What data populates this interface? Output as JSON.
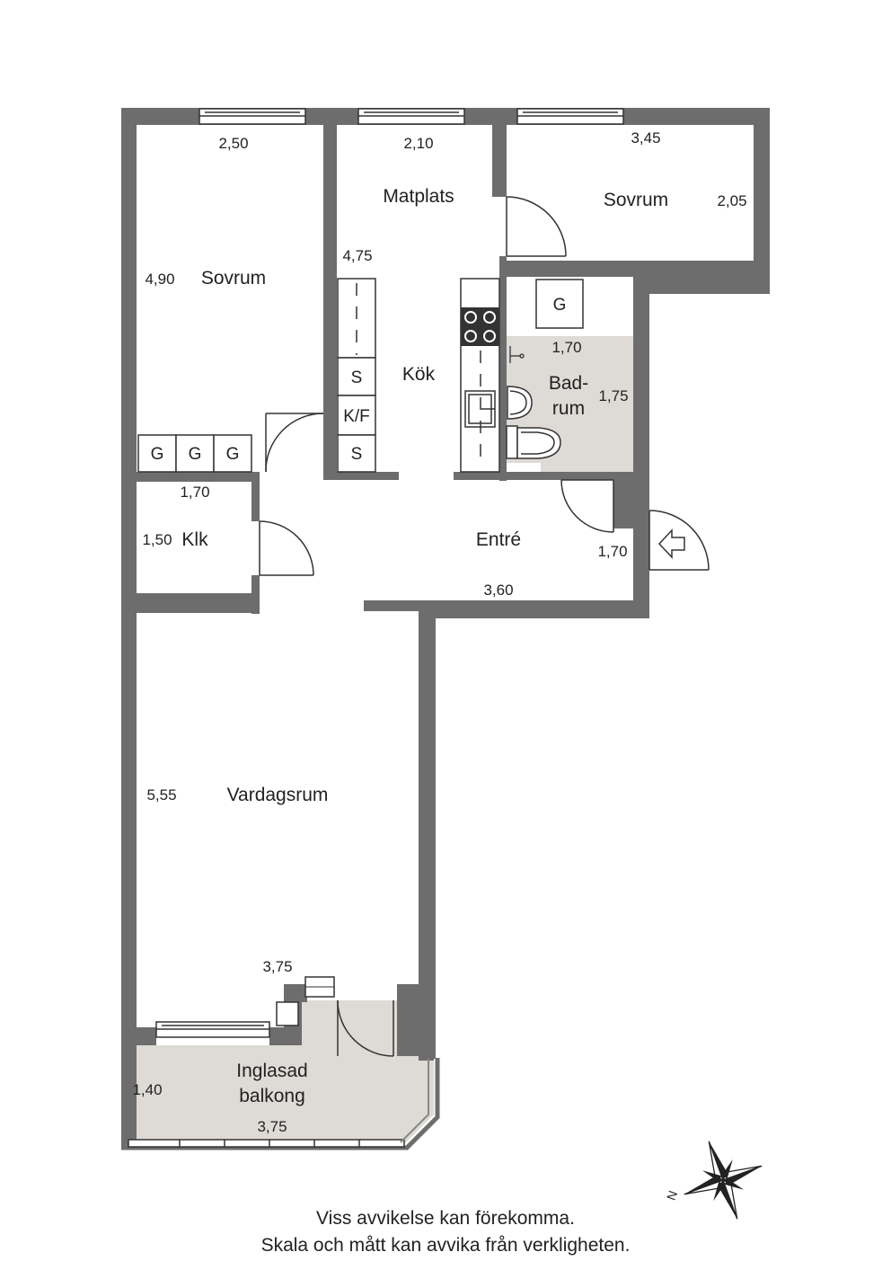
{
  "rooms": {
    "bedroom_left": "Sovrum",
    "dining": "Matplats",
    "bedroom_right": "Sovrum",
    "kitchen": "Kök",
    "bathroom_line1": "Bad-",
    "bathroom_line2": "rum",
    "closet": "Klk",
    "entrance": "Entré",
    "living": "Vardagsrum",
    "balcony_line1": "Inglasad",
    "balcony_line2": "balkong"
  },
  "dimensions": {
    "bedroom_left_width": "2,50",
    "bedroom_left_length": "4,90",
    "dining_width": "2,10",
    "kitchen_length": "4,75",
    "bedroom_right_width": "3,45",
    "bedroom_right_length": "2,05",
    "bathroom_width": "1,70",
    "bathroom_length": "1,75",
    "closet_width": "1,70",
    "closet_length": "1,50",
    "entrance_width": "1,70",
    "entrance_length": "3,60",
    "living_length": "5,55",
    "living_width": "3,75",
    "balcony_length": "1,40",
    "balcony_width": "3,75"
  },
  "fixtures": {
    "wardrobe": "G",
    "cabinet": "S",
    "fridge_freezer": "K/F"
  },
  "footer": {
    "line1": "Viss avvikelse kan förekomma.",
    "line2": "Skala och mått kan avvika från verkligheten."
  },
  "compass": {
    "north_label": "N"
  },
  "colors": {
    "wall": "#6d6d6d",
    "wet_area": "#dedad5",
    "fixture_line": "#333333"
  }
}
